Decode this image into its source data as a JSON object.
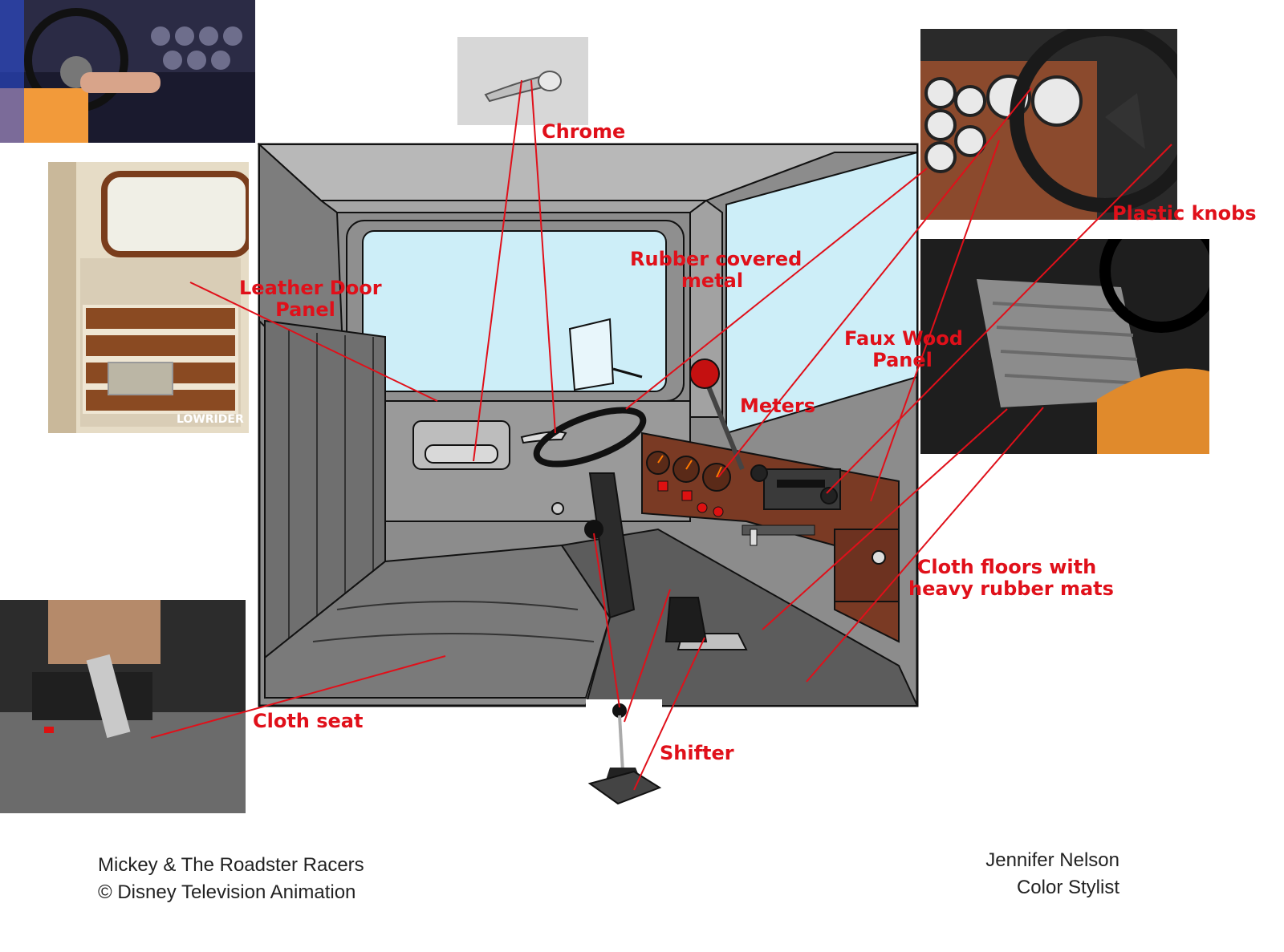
{
  "labels": {
    "chrome": "Chrome",
    "leather_door_panel_line1": "Leather Door",
    "leather_door_panel_line2": "Panel",
    "rubber_covered_metal_line1": "Rubber covered",
    "rubber_covered_metal_line2": "metal",
    "plastic_knobs": "Plastic knobs",
    "faux_wood_panel_line1": "Faux Wood",
    "faux_wood_panel_line2": "Panel",
    "meters": "Meters",
    "cloth_floors_line1": "Cloth floors with",
    "cloth_floors_line2": "heavy rubber mats",
    "cloth_seat": "Cloth seat",
    "shifter": "Shifter"
  },
  "credits": {
    "show_title": "Mickey & The Roadster Racers",
    "studio": "© Disney Television Animation",
    "artist": "Jennifer Nelson",
    "role": "Color Stylist"
  },
  "photo_logo_text": "LOWRIDER",
  "colors": {
    "label_red": "#e0101a",
    "window_blue": "#cdeef8",
    "dash_wood": "#7a3a24",
    "cab_gray": "#9a9a9a"
  },
  "icons": [
    "door-handle-photo",
    "dashboard-photo",
    "door-panel-photo",
    "cloth-seat-photo",
    "gauges-photo",
    "floor-mat-photo",
    "shifter-photo"
  ]
}
